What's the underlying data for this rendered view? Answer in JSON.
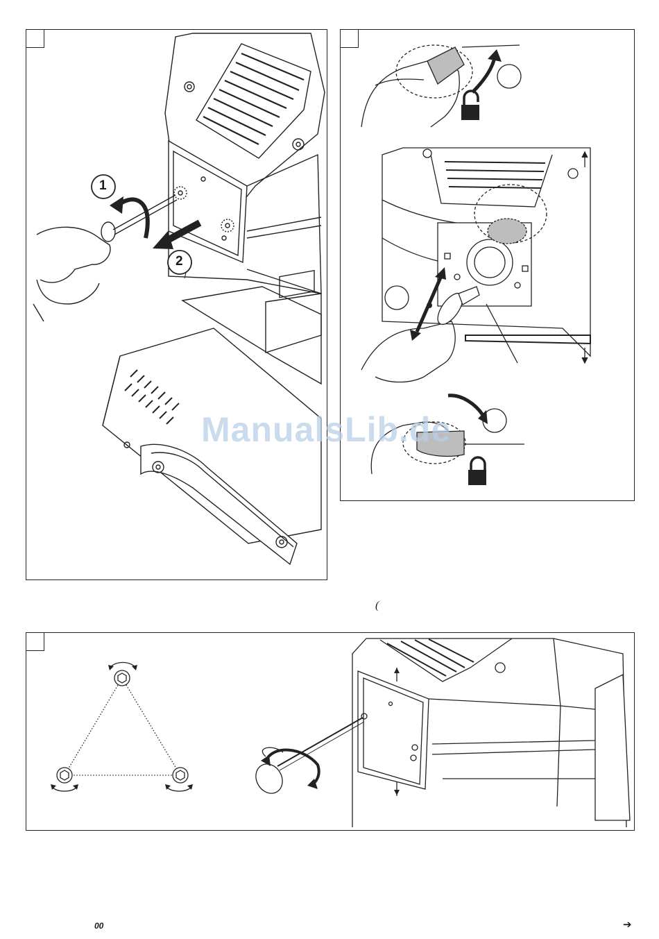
{
  "watermark": "ManualsLib.de",
  "stray_char": "(",
  "page_number": "00",
  "next_arrow": "➔",
  "panels": {
    "top_left": {
      "callout_1": "1",
      "callout_2": "2"
    },
    "top_right": {},
    "bottom": {}
  },
  "colors": {
    "line": "#222222",
    "shade": "#bdbdbd",
    "watermark": "#b7cfe6"
  },
  "icons": [
    "screwdriver-icon",
    "rotate-arrow-icon",
    "pull-arrow-icon",
    "padlock-icon",
    "lamp-socket-icon",
    "hex-key-icon",
    "hex-screw-icon"
  ]
}
